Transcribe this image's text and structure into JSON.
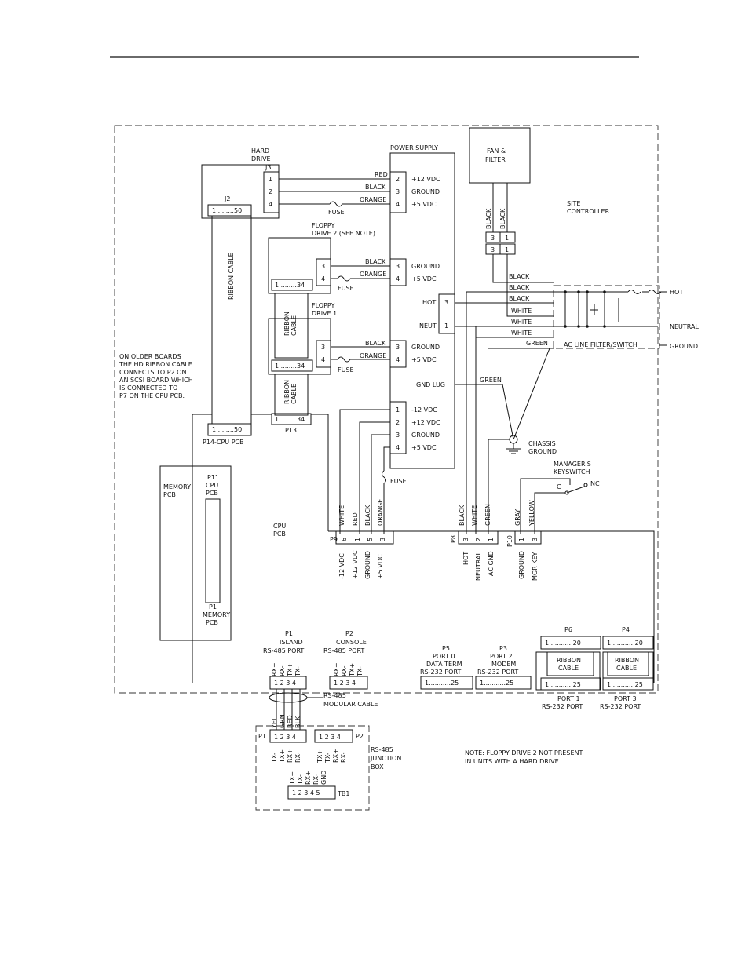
{
  "ps": {
    "title": "POWER SUPPLY",
    "pins1": [
      "2",
      "3",
      "4"
    ],
    "rails1": [
      "+12 VDC",
      "GROUND",
      "+5 VDC"
    ],
    "fd2_pins": [
      "3",
      "4"
    ],
    "fd2_rails": [
      "GROUND",
      "+5 VDC"
    ],
    "ac_pins": [
      "3",
      "1"
    ],
    "ac_labels": [
      "HOT",
      "NEUT"
    ],
    "fd1_pins": [
      "3",
      "4"
    ],
    "fd1_rails": [
      "GROUND",
      "+5 VDC"
    ],
    "gnd_lug": "GND LUG",
    "out_pins": [
      "1",
      "2",
      "3",
      "4"
    ],
    "out_rails": [
      "-12 VDC",
      "+12 VDC",
      "GROUND",
      "+5 VDC"
    ]
  },
  "hd": {
    "title1": "HARD",
    "title2": "DRIVE",
    "j3": "J3",
    "j3_pins": [
      "1",
      "2",
      "4"
    ],
    "j2": "J2",
    "j2_range": "1.........50",
    "wires": [
      "RED",
      "BLACK",
      "ORANGE"
    ],
    "fuse": "FUSE"
  },
  "fd2": {
    "title1": "FLOPPY",
    "title2": "DRIVE 2 (SEE NOTE)",
    "pins": [
      "3",
      "4"
    ],
    "range": "1.........34",
    "wires": [
      "BLACK",
      "ORANGE"
    ],
    "fuse": "FUSE"
  },
  "fd1": {
    "title1": "FLOPPY",
    "title2": "DRIVE 1",
    "pins": [
      "3",
      "4"
    ],
    "range": "1.........34",
    "wires": [
      "BLACK",
      "ORANGE"
    ],
    "fuse": "FUSE"
  },
  "ribbons": {
    "hd_label": "RIBBON CABLE",
    "fd2_l1": "RIBBON",
    "fd2_l2": "CABLE",
    "fd1_l1": "RIBBON",
    "fd1_l2": "CABLE",
    "p14_range": "1.........50",
    "p14_label": "P14-CPU PCB",
    "p13_range": "1.........34",
    "p13_label": "P13"
  },
  "fan": {
    "l1": "FAN &",
    "l2": "FILTER",
    "wire1": "BLACK",
    "wire2": "BLACK",
    "pins_top": [
      "3",
      "1"
    ],
    "pins_bot": [
      "3",
      "1"
    ]
  },
  "site": {
    "l1": "SITE",
    "l2": "CONTROLLER"
  },
  "acf": {
    "label": "AC LINE FILTER/SWITCH",
    "wires": [
      "BLACK",
      "BLACK",
      "BLACK",
      "WHITE",
      "WHITE",
      "WHITE",
      "GREEN"
    ],
    "hot": "HOT",
    "neutral": "NEUTRAL",
    "ground": "GROUND",
    "gnd_lug_wire": "GREEN"
  },
  "chassis": {
    "l1": "CHASSIS",
    "l2": "GROUND"
  },
  "fuse5": "FUSE",
  "keyswitch": {
    "l1": "MANAGER'S",
    "l2": "KEYSWITCH",
    "c": "C",
    "nc": "NC"
  },
  "note_left": [
    "ON OLDER BOARDS",
    "THE HD RIBBON CABLE",
    "CONNECTS TO P2 ON",
    "AN SCSI BOARD WHICH",
    "IS CONNECTED TO",
    "P7 ON THE CPU PCB."
  ],
  "memory": {
    "l1": "MEMORY",
    "l2": "PCB",
    "p11_1": "P11",
    "p11_2": "CPU",
    "p11_3": "PCB",
    "p1_1": "P1",
    "p1_2": "MEMORY",
    "p1_3": "PCB"
  },
  "cpu": {
    "l1": "CPU",
    "l2": "PCB"
  },
  "p9": {
    "name": "P9",
    "wires": [
      "WHITE",
      "RED",
      "BLACK",
      "ORANGE"
    ],
    "pins": [
      "6",
      "1",
      "5",
      "3"
    ],
    "labels": [
      "-12 VDC",
      "+12 VDC",
      "GROUND",
      "+5 VDC"
    ]
  },
  "p8": {
    "name": "P8",
    "wires": [
      "BLACK",
      "WHITE",
      "GREEN"
    ],
    "pins": [
      "3",
      "2",
      "1"
    ],
    "labels": [
      "HOT",
      "NEUTRAL",
      "AC GND"
    ]
  },
  "p10": {
    "name": "P10",
    "wires": [
      "GRAY",
      "YELLOW"
    ],
    "pins": [
      "1",
      "3"
    ],
    "labels": [
      "GROUND",
      "MGR KEY"
    ]
  },
  "p1": {
    "l1": "P1",
    "l2": "ISLAND",
    "l3": "RS-485 PORT",
    "sig": [
      "RX+",
      "RX-",
      "TX+",
      "TX-"
    ],
    "pins": "1 2 3 4"
  },
  "p2": {
    "l1": "P2",
    "l2": "CONSOLE",
    "l3": "RS-485 PORT",
    "sig": [
      "RX+",
      "RX-",
      "TX+",
      "TX-"
    ],
    "pins": "1 2 3 4"
  },
  "p5": {
    "l1": "P5",
    "l2": "PORT 0",
    "l3": "DATA TERM",
    "l4": "RS-232 PORT",
    "range": "1...........25"
  },
  "p3": {
    "l1": "P3",
    "l2": "PORT 2",
    "l3": "MODEM",
    "l4": "RS-232 PORT",
    "range": "1...........25"
  },
  "p6": {
    "l1": "P6",
    "range_top": "1............20",
    "rib1": "RIBBON",
    "rib2": "CABLE",
    "range_bot": "1............25",
    "port1": "PORT 1",
    "port2": "RS-232 PORT"
  },
  "p4": {
    "l1": "P4",
    "range_top": "1............20",
    "rib1": "RIBBON",
    "rib2": "CABLE",
    "range_bot": "1............25",
    "port1": "PORT 3",
    "port2": "RS-232 PORT"
  },
  "rs485cable": {
    "l1": "RS-485",
    "l2": "MODULAR CABLE",
    "colors": [
      "YEL",
      "GRN",
      "RED",
      "BLK"
    ]
  },
  "jbox": {
    "p1": "P1",
    "p2": "P2",
    "pins_left": "1 2 3 4",
    "pins_right": "1 2 3 4",
    "sig_left": [
      "TX-",
      "TX+",
      "RX+",
      "RX-"
    ],
    "sig_right": [
      "TX+",
      "TX-",
      "RX+",
      "RX-"
    ],
    "l1": "RS-485",
    "l2": "JUNCTION",
    "l3": "BOX",
    "tb_sig": [
      "TX+",
      "TX-",
      "RX+",
      "RX-",
      "GND"
    ],
    "tb_pins": "1 2 3 4 5",
    "tb": "TB1"
  },
  "note_bottom": {
    "l1": "NOTE: FLOPPY DRIVE 2 NOT PRESENT",
    "l2": "IN UNITS WITH A HARD DRIVE."
  }
}
